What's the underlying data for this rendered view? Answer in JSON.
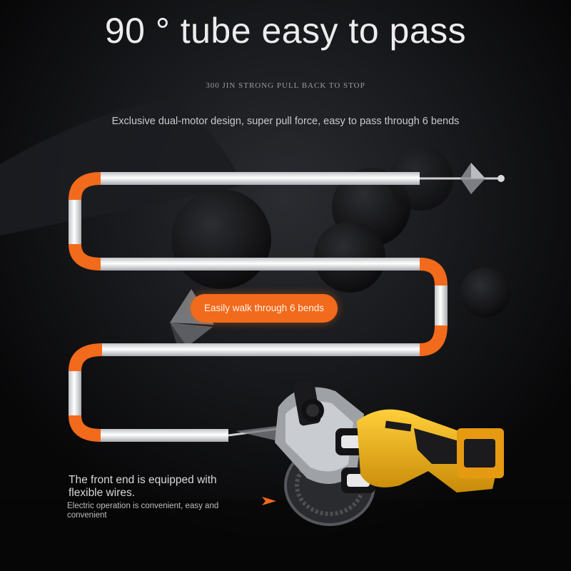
{
  "header": {
    "title": "90 ° tube easy to pass",
    "subtitle": "300 JIN STRONG PULL BACK TO STOP",
    "description": "Exclusive dual-motor design, super pull force, easy to pass through 6 bends"
  },
  "badge": {
    "label": "Easily walk through 6 bends"
  },
  "feature": {
    "heading": "The front end is equipped with flexible wires.",
    "detail": "Electric operation is convenient, easy and convenient"
  },
  "colors": {
    "accent": "#f26a1b",
    "background": "#0b0b0d",
    "tube": "#e6e6e6",
    "tool_yellow": "#f3b21c"
  },
  "icons": {
    "pointer": "orange-arrow-icon",
    "wire_tip": "spear-tip-icon"
  }
}
